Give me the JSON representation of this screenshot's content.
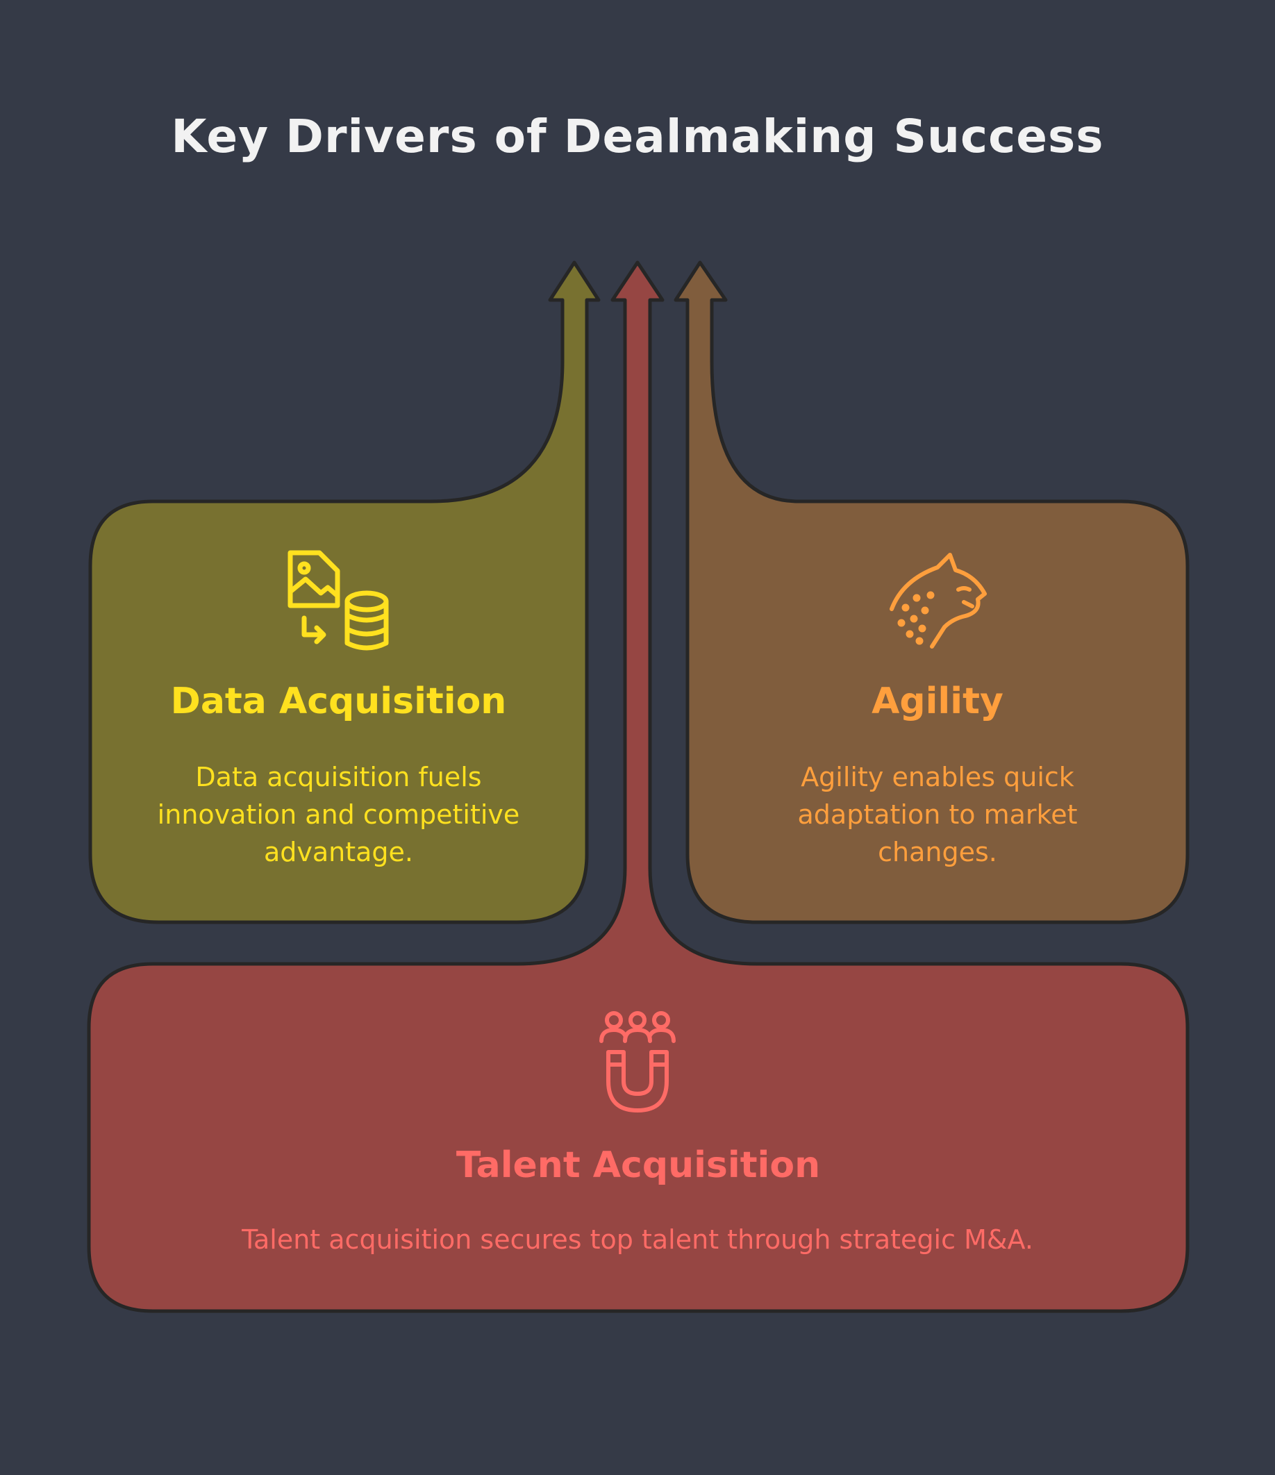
{
  "title": "Key Drivers of Dealmaking Success",
  "colors": {
    "background": "#353a47",
    "data_fill": "#787130",
    "data_accent": "#ffe11f",
    "agility_fill": "#805d3d",
    "agility_accent": "#ff9f3d",
    "talent_fill": "#964643",
    "talent_accent": "#ff6b66",
    "outline": "#262626"
  },
  "cards": {
    "data": {
      "title": "Data Acquisition",
      "description": "Data acquisition fuels innovation and competitive advantage.",
      "icon": "image-to-database-icon"
    },
    "agility": {
      "title": "Agility",
      "description": "Agility enables quick adaptation to market changes.",
      "icon": "cheetah-icon"
    },
    "talent": {
      "title": "Talent Acquisition",
      "description": "Talent acquisition secures top talent through strategic M&A.",
      "icon": "magnet-people-icon"
    }
  }
}
